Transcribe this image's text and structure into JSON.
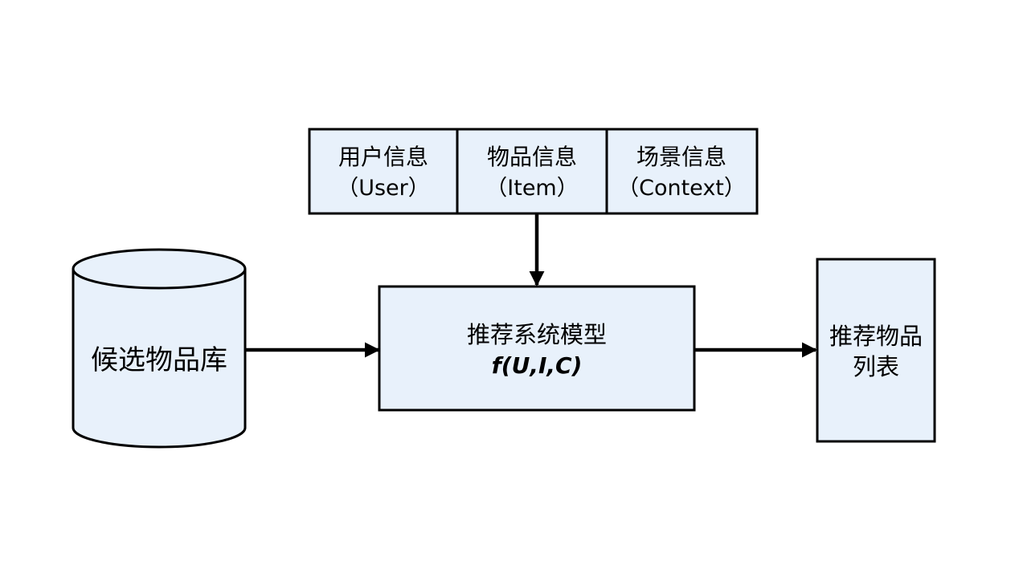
{
  "colors": {
    "box_fill": "#e8f1fb",
    "stroke": "#000000",
    "background": "#ffffff"
  },
  "inputs": {
    "user": {
      "line1": "用户信息",
      "line2": "（User）"
    },
    "item": {
      "line1": "物品信息",
      "line2": "（Item）"
    },
    "context": {
      "line1": "场景信息",
      "line2": "（Context）"
    }
  },
  "candidate_db": {
    "label": "候选物品库"
  },
  "model": {
    "title": "推荐系统模型",
    "formula": "f(U,I,C)"
  },
  "output": {
    "line1": "推荐物品",
    "line2": "列表"
  }
}
